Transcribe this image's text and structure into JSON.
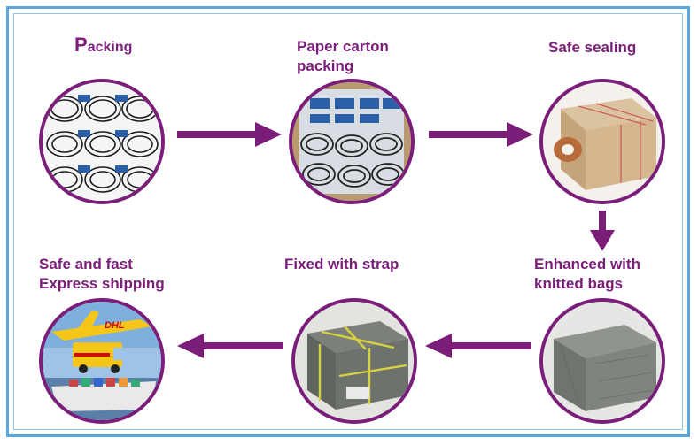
{
  "steps": [
    {
      "id": "packing",
      "label_cap": "P",
      "label_rest": "acking",
      "image": "coiled-cables-in-bags"
    },
    {
      "id": "paper-carton",
      "line1": "Paper carton",
      "line2": "packing",
      "image": "items-in-carton"
    },
    {
      "id": "safe-sealing",
      "line1": "Safe sealing",
      "image": "taped-cardboard-box"
    },
    {
      "id": "knitted-bags",
      "line1": "Enhanced with",
      "line2": "knitted bags",
      "image": "box-wrapped-in-woven-bag"
    },
    {
      "id": "strap",
      "line1": "Fixed with strap",
      "image": "strapped-package"
    },
    {
      "id": "express",
      "line1": "Safe and fast",
      "line2": "Express shipping",
      "image": "dhl-plane-van-ship"
    }
  ],
  "colors": {
    "accent": "#7b1e7a",
    "frame": "#5aa7df"
  },
  "icons": {
    "arrow": "arrow-right-icon"
  }
}
